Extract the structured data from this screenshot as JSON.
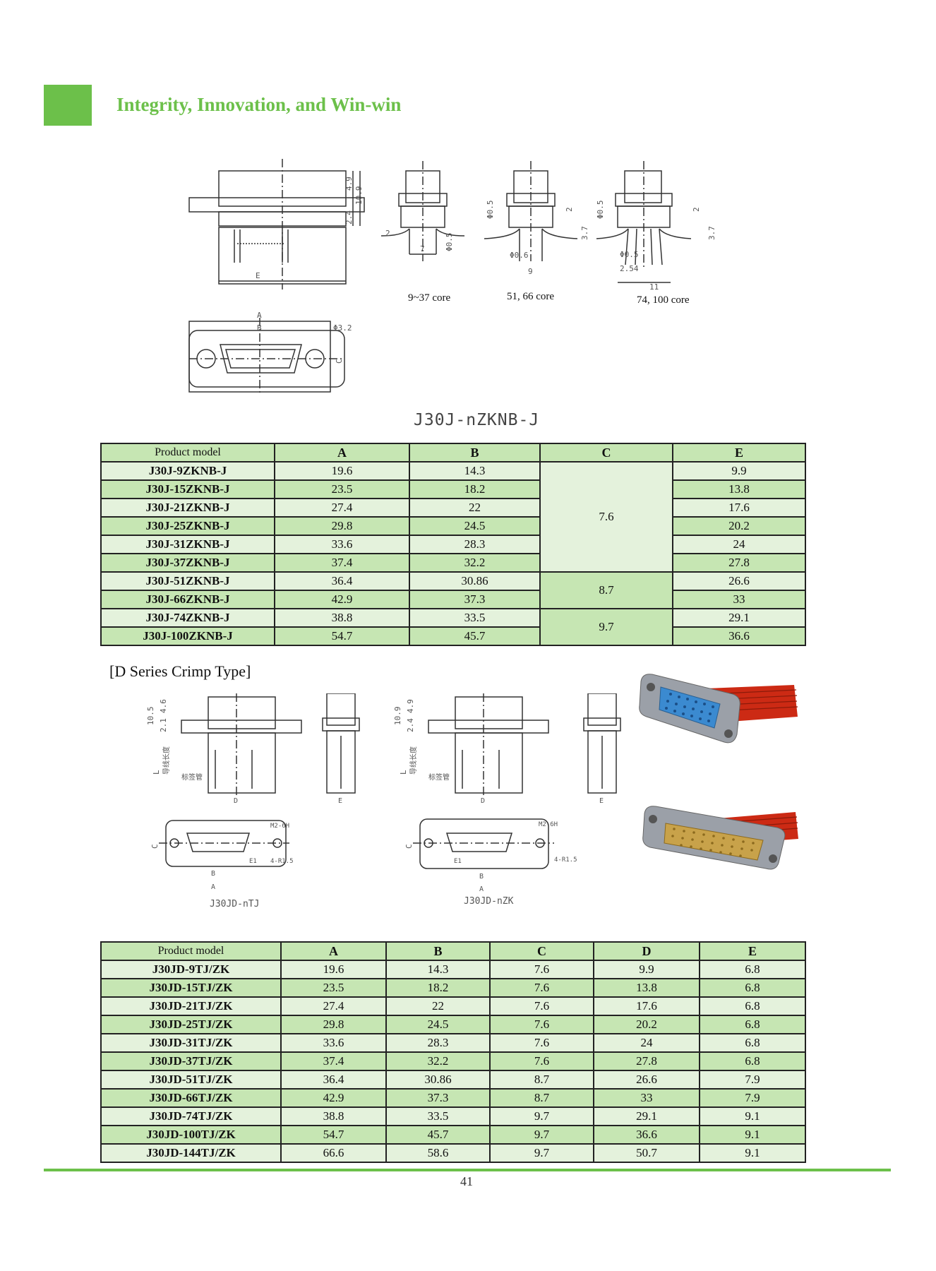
{
  "header": {
    "title": "Integrity, Innovation, and Win-win"
  },
  "drawing1": {
    "captions": [
      "9~37 core",
      "51, 66 core",
      "74, 100 core"
    ],
    "model_label": "J30J-nZKNB-J",
    "dims": {
      "d49": "4.9",
      "d109": "10.9",
      "d24": "2.4",
      "dE": "E",
      "d2": "2",
      "d7": "7",
      "d05": "Φ0.5",
      "d06": "Φ0.6",
      "d9": "9",
      "d37": "3.7",
      "d254": "2.54",
      "d11": "11",
      "dA": "A",
      "dB": "B",
      "dC": "C",
      "d32": "Φ3.2"
    }
  },
  "table1": {
    "headers": [
      "Product model",
      "A",
      "B",
      "C",
      "E"
    ],
    "rows": [
      {
        "model": "J30J-9ZKNB-J",
        "A": "19.6",
        "B": "14.3",
        "E": "9.9"
      },
      {
        "model": "J30J-15ZKNB-J",
        "A": "23.5",
        "B": "18.2",
        "E": "13.8"
      },
      {
        "model": "J30J-21ZKNB-J",
        "A": "27.4",
        "B": "22",
        "E": "17.6"
      },
      {
        "model": "J30J-25ZKNB-J",
        "A": "29.8",
        "B": "24.5",
        "E": "20.2"
      },
      {
        "model": "J30J-31ZKNB-J",
        "A": "33.6",
        "B": "28.3",
        "E": "24"
      },
      {
        "model": "J30J-37ZKNB-J",
        "A": "37.4",
        "B": "32.2",
        "E": "27.8"
      },
      {
        "model": "J30J-51ZKNB-J",
        "A": "36.4",
        "B": "30.86",
        "E": "26.6"
      },
      {
        "model": "J30J-66ZKNB-J",
        "A": "42.9",
        "B": "37.3",
        "E": "33"
      },
      {
        "model": "J30J-74ZKNB-J",
        "A": "38.8",
        "B": "33.5",
        "E": "29.1"
      },
      {
        "model": "J30J-100ZKNB-J",
        "A": "54.7",
        "B": "45.7",
        "E": "36.6"
      }
    ],
    "c_groups": [
      "7.6",
      "8.7",
      "9.7"
    ]
  },
  "section2": {
    "title": "[D Series Crimp Type]"
  },
  "drawing2": {
    "left_label": "J30JD-nTJ",
    "right_label": "J30JD-nZK",
    "dims": {
      "d105": "10.5",
      "d46": "4.6",
      "d21": "2.1",
      "d109": "10.9",
      "d49": "4.9",
      "d24": "2.4",
      "dL": "L",
      "dwire": "导线长度",
      "dtag": "标签管",
      "dD": "D",
      "dE": "E",
      "dC": "C",
      "dB": "B",
      "dA": "A",
      "dM2": "M2-6H",
      "dR": "4-R1.5",
      "dE1": "E1"
    }
  },
  "table2": {
    "headers": [
      "Product model",
      "A",
      "B",
      "C",
      "D",
      "E"
    ],
    "rows": [
      {
        "model": "J30JD-9TJ/ZK",
        "A": "19.6",
        "B": "14.3",
        "C": "7.6",
        "D": "9.9",
        "E": "6.8"
      },
      {
        "model": "J30JD-15TJ/ZK",
        "A": "23.5",
        "B": "18.2",
        "C": "7.6",
        "D": "13.8",
        "E": "6.8"
      },
      {
        "model": "J30JD-21TJ/ZK",
        "A": "27.4",
        "B": "22",
        "C": "7.6",
        "D": "17.6",
        "E": "6.8"
      },
      {
        "model": "J30JD-25TJ/ZK",
        "A": "29.8",
        "B": "24.5",
        "C": "7.6",
        "D": "20.2",
        "E": "6.8"
      },
      {
        "model": "J30JD-31TJ/ZK",
        "A": "33.6",
        "B": "28.3",
        "C": "7.6",
        "D": "24",
        "E": "6.8"
      },
      {
        "model": "J30JD-37TJ/ZK",
        "A": "37.4",
        "B": "32.2",
        "C": "7.6",
        "D": "27.8",
        "E": "6.8"
      },
      {
        "model": "J30JD-51TJ/ZK",
        "A": "36.4",
        "B": "30.86",
        "C": "8.7",
        "D": "26.6",
        "E": "7.9"
      },
      {
        "model": "J30JD-66TJ/ZK",
        "A": "42.9",
        "B": "37.3",
        "C": "8.7",
        "D": "33",
        "E": "7.9"
      },
      {
        "model": "J30JD-74TJ/ZK",
        "A": "38.8",
        "B": "33.5",
        "C": "9.7",
        "D": "29.1",
        "E": "9.1"
      },
      {
        "model": "J30JD-100TJ/ZK",
        "A": "54.7",
        "B": "45.7",
        "C": "9.7",
        "D": "36.6",
        "E": "9.1"
      },
      {
        "model": "J30JD-144TJ/ZK",
        "A": "66.6",
        "B": "58.6",
        "C": "9.7",
        "D": "50.7",
        "E": "9.1"
      }
    ]
  },
  "footer": {
    "page_number": "41"
  },
  "colors": {
    "accent": "#6cc04a",
    "row_light": "#e4f2dc",
    "row_dark": "#c6e6b3"
  }
}
